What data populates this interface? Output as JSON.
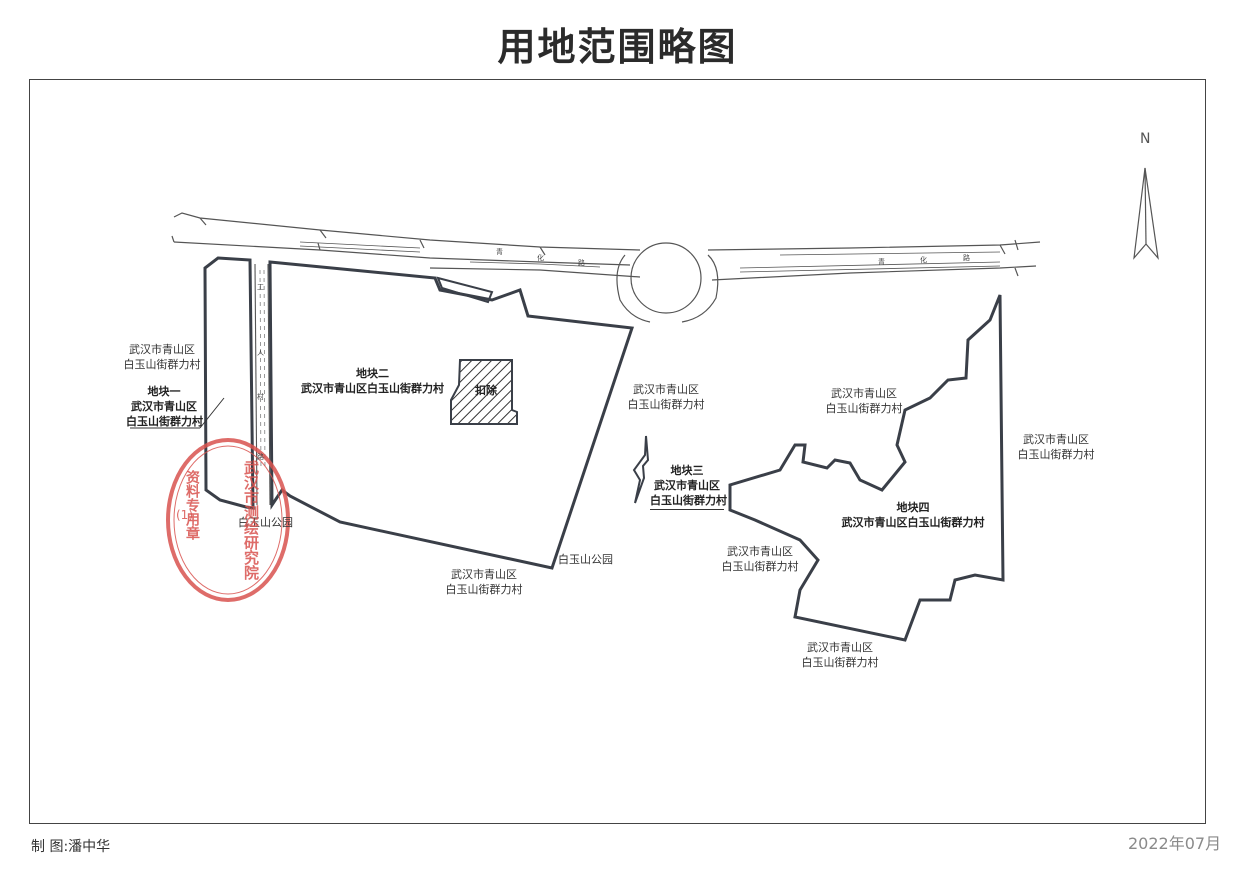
{
  "title": "用地范围略图",
  "maker": "制  图:潘中华",
  "date": "2022年07月",
  "north": "N",
  "roads": {
    "qinghua_west": [
      "青",
      "化",
      "路"
    ],
    "qinghua_east": [
      "青",
      "化",
      "路"
    ],
    "vertical": [
      "工",
      "人",
      "村",
      "路"
    ]
  },
  "parcels": {
    "p1": {
      "name": "地块一",
      "location": "武汉市青山区",
      "village": "白玉山街群力村"
    },
    "p2": {
      "name": "地块二",
      "location": "武汉市青山区白玉山街群力村"
    },
    "p3": {
      "name": "地块三",
      "location": "武汉市青山区",
      "village": "白玉山街群力村"
    },
    "p4": {
      "name": "地块四",
      "location": "武汉市青山区白玉山街群力村"
    }
  },
  "excluded": "扣除",
  "surrounding": [
    {
      "line1": "武汉市青山区",
      "line2": "白玉山街群力村"
    },
    {
      "line1": "武汉市青山区",
      "line2": "白玉山街群力村"
    },
    {
      "line1": "武汉市青山区",
      "line2": "白玉山街群力村"
    },
    {
      "line1": "武汉市青山区",
      "line2": "白玉山街群力村"
    },
    {
      "line1": "武汉市青山区",
      "line2": "白玉山街群力村"
    },
    {
      "line1": "武汉市青山区",
      "line2": "白玉山街群力村"
    },
    {
      "line1": "武汉市青山区",
      "line2": "白玉山街群力村"
    }
  ],
  "parks": [
    "白玉山公园",
    "白玉山公园"
  ],
  "stamp": {
    "text": "武汉市测绘研究院",
    "sub": "资料专用章",
    "num": "(1)",
    "color": "#d9534f"
  },
  "colors": {
    "boundary": "#3a3f48",
    "road": "#555555"
  }
}
